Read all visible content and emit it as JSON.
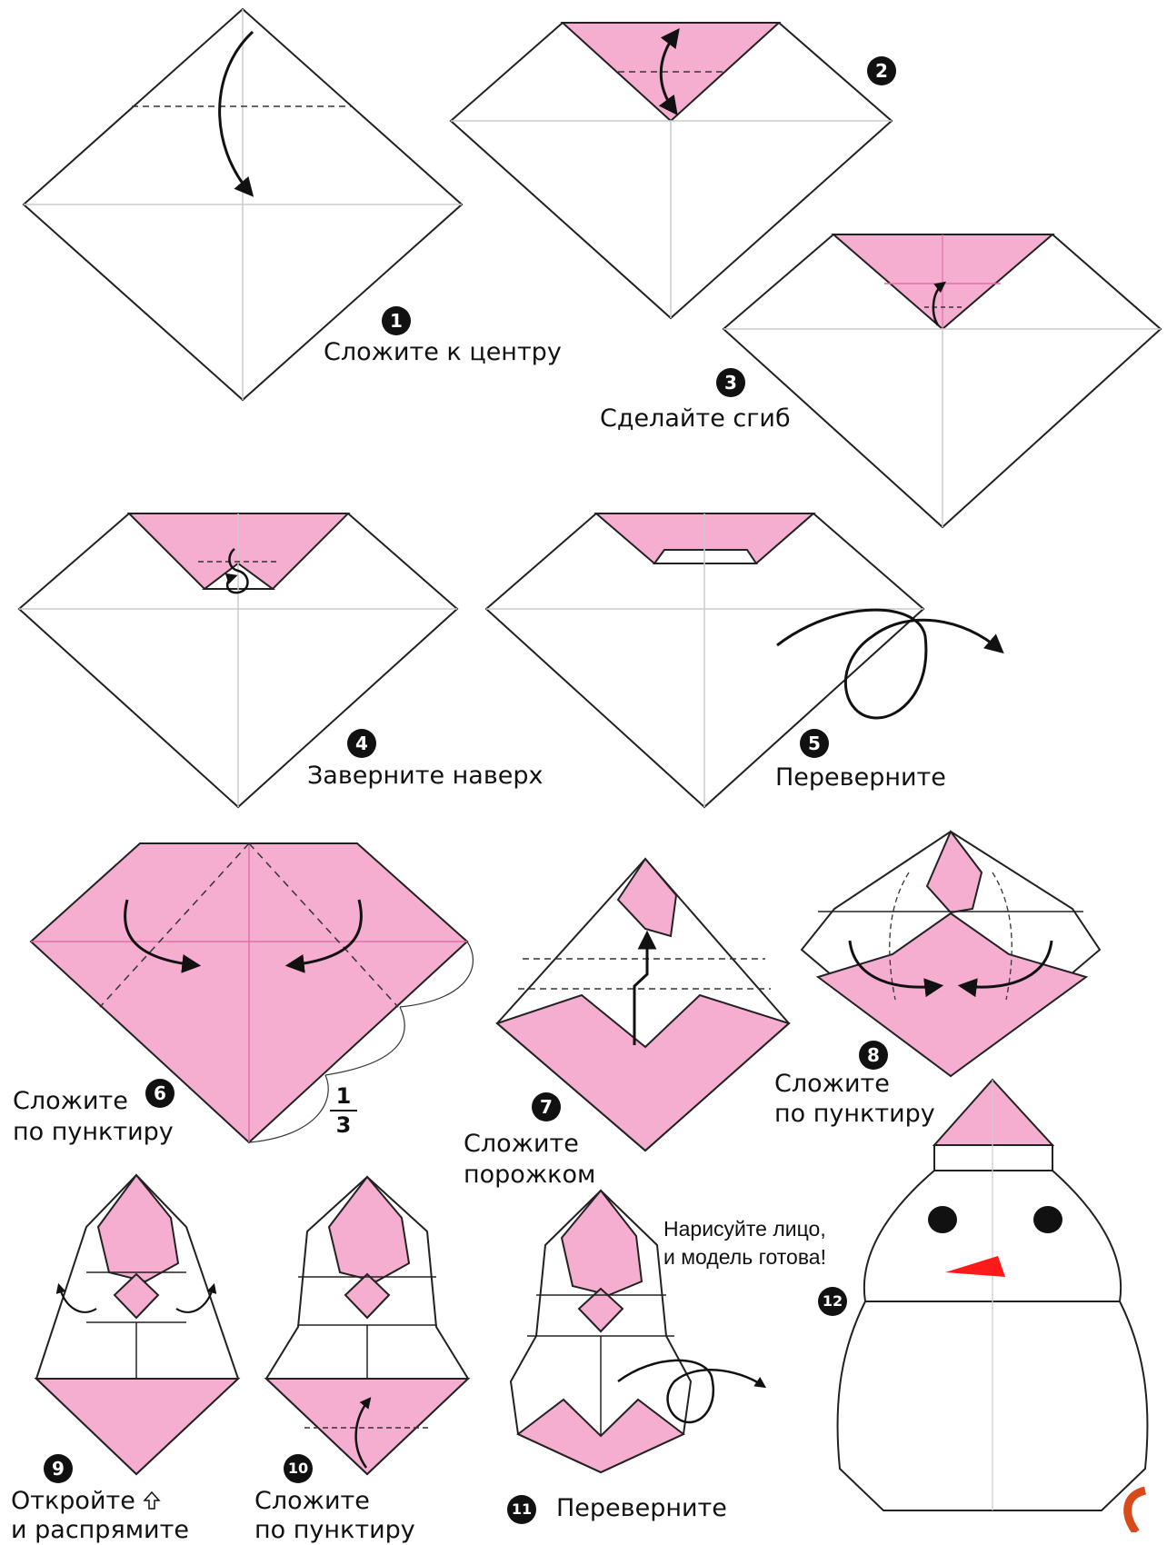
{
  "colors": {
    "paper_front": "#ffffff",
    "paper_back": "#f6aed0",
    "outline": "#222222",
    "crease": "#c9c9c9",
    "nose": "#ff1a1a",
    "eyes": "#111111"
  },
  "steps": [
    {
      "number": "1",
      "line1": "Сложите к центру",
      "line2": ""
    },
    {
      "number": "2",
      "line1": "",
      "line2": ""
    },
    {
      "number": "3",
      "line1": "Сделайте сгиб",
      "line2": ""
    },
    {
      "number": "4",
      "line1": "Заверните наверх",
      "line2": ""
    },
    {
      "number": "5",
      "line1": "Переверните",
      "line2": ""
    },
    {
      "number": "6",
      "line1": "Сложите",
      "line2": "по пунктиру"
    },
    {
      "number": "7",
      "line1": "Сложите",
      "line2": "порожком"
    },
    {
      "number": "8",
      "line1": "Сложите",
      "line2": "по пунктиру"
    },
    {
      "number": "9",
      "line1": "Откройте",
      "line2": "и распрямите"
    },
    {
      "number": "10",
      "line1": "Сложите",
      "line2": "по пунктиру"
    },
    {
      "number": "11",
      "line1": "Переверните",
      "line2": ""
    },
    {
      "number": "12",
      "line1": "Нарисуйте лицо,",
      "line2": "и модель готова!"
    }
  ],
  "fraction": {
    "numerator": "1",
    "denominator": "3"
  },
  "icons": {
    "open_arrow": "up-outline-arrow-icon"
  }
}
